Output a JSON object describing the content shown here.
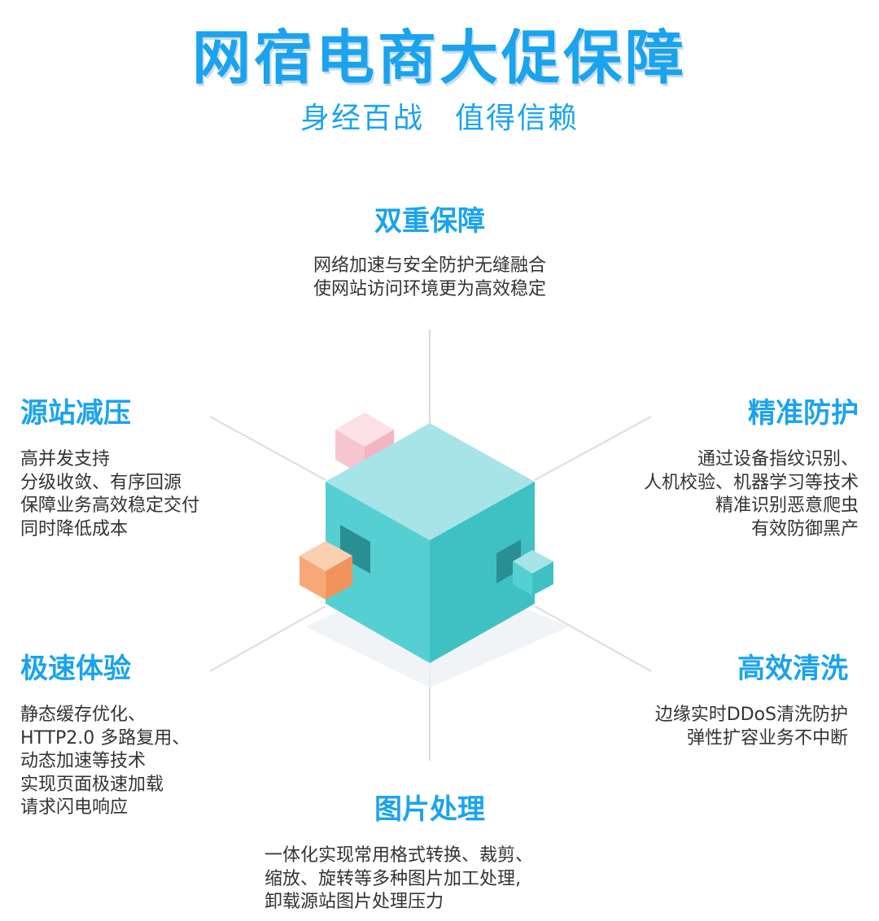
{
  "header": {
    "title": "网宿电商大促保障",
    "subtitle": "身经百战　值得信赖"
  },
  "features": {
    "top": {
      "title": "双重保障",
      "lines": [
        "网络加速与安全防护无缝融合",
        "使网站访问环境更为高效稳定"
      ]
    },
    "top_left": {
      "title": "源站减压",
      "lines": [
        "高并发支持",
        "分级收敛、有序回源",
        "保障业务高效稳定交付",
        "同时降低成本"
      ]
    },
    "top_right": {
      "title": "精准防护",
      "lines": [
        "通过设备指纹识别、",
        "人机校验、机器学习等技术",
        "精准识别恶意爬虫",
        "有效防御黑产"
      ]
    },
    "bottom_left": {
      "title": "极速体验",
      "lines": [
        "静态缓存优化、",
        "HTTP2.0 多路复用、",
        "动态加速等技术",
        "实现页面极速加载",
        "请求闪电响应"
      ]
    },
    "bottom_right": {
      "title": "高效清洗",
      "lines": [
        "边缘实时DDoS清洗防护",
        "弹性扩容业务不中断"
      ]
    },
    "bottom": {
      "title": "图片处理",
      "lines": [
        "一体化实现常用格式转换、裁剪、",
        "缩放、旋转等多种图片加工处理,",
        "卸载源站图片处理压力"
      ]
    }
  },
  "colors": {
    "accent": "#1aa3ee",
    "cube_top": "#a6e4e8",
    "cube_left": "#55cfd1",
    "cube_right": "#3fc1c4",
    "pink_cube": "#f6c6cf",
    "orange_cube": "#f8a878"
  }
}
